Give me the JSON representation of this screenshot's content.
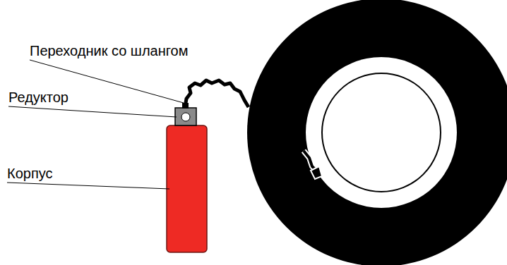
{
  "diagram": {
    "labels": [
      "Переходник со шлангом",
      "Редуктор",
      "Корпус"
    ]
  }
}
